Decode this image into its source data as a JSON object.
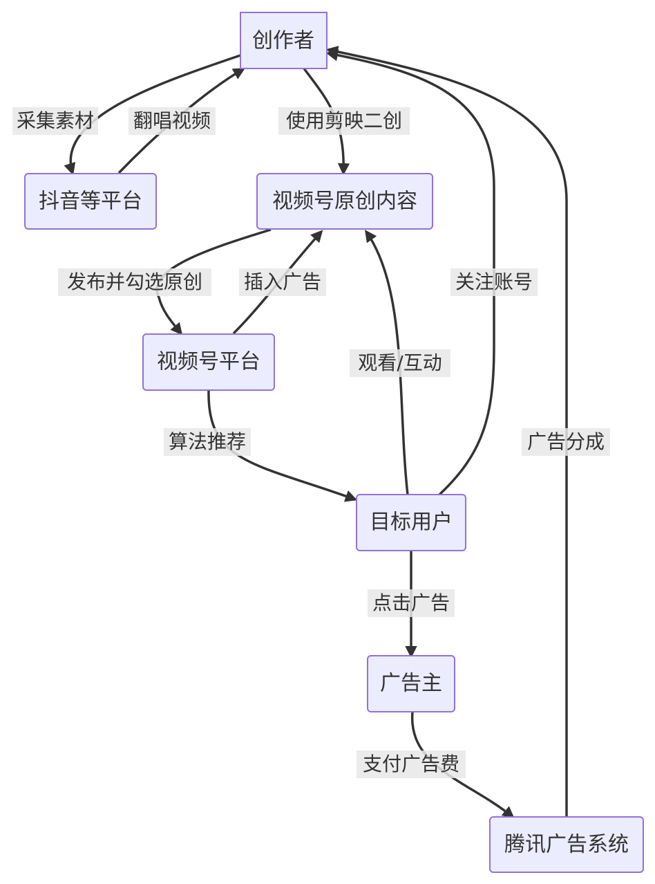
{
  "nodes": {
    "creator": "创作者",
    "douyin": "抖音等平台",
    "original": "视频号原创内容",
    "platform": "视频号平台",
    "users": "目标用户",
    "advertiser": "广告主",
    "tencent_ads": "腾讯广告系统"
  },
  "edges": {
    "collect": "采集素材",
    "cover": "翻唱视频",
    "jianying": "使用剪映二创",
    "publish": "发布并勾选原创",
    "insert_ads": "插入广告",
    "recommend": "算法推荐",
    "watch": "观看/互动",
    "follow": "关注账号",
    "click_ads": "点击广告",
    "pay": "支付广告费",
    "share": "广告分成"
  },
  "colors": {
    "node_fill": "#ECECFF",
    "node_stroke": "#9370DB",
    "edge": "#333333",
    "label_bg": "#e8e8e8"
  }
}
